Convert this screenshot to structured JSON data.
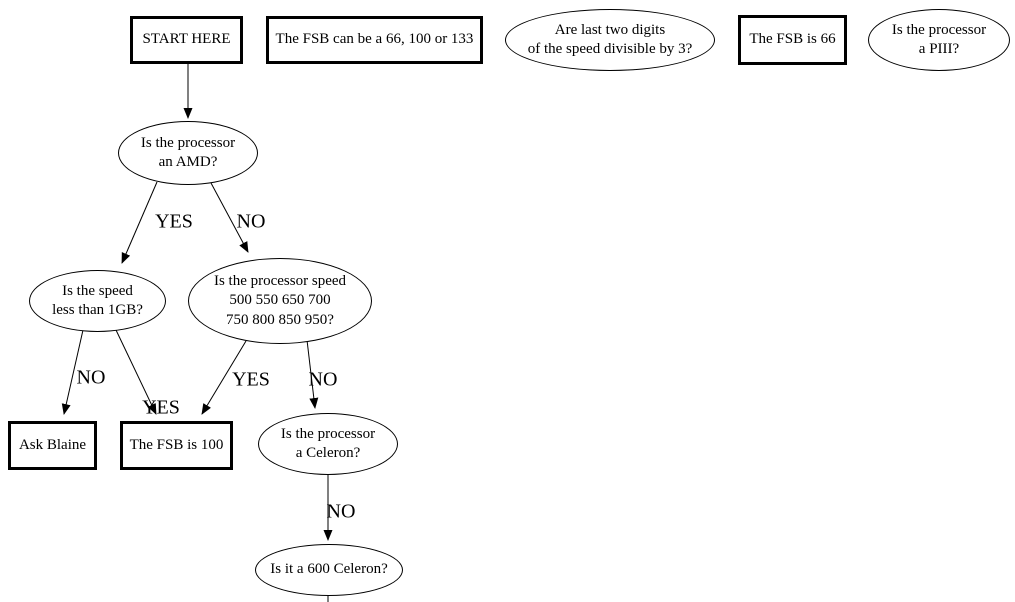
{
  "diagram_title": "FSB decision flowchart",
  "colors": {
    "ink": "#000000",
    "background": "#ffffff"
  },
  "nodes": {
    "start_here": {
      "label": "START HERE",
      "shape": "rect"
    },
    "fsb_options": {
      "label": "The FSB can be a 66, 100 or 133",
      "shape": "rect"
    },
    "divisible_by_3": {
      "label": "Are last two digits\nof the speed divisible by 3?",
      "shape": "ellipse"
    },
    "fsb_66": {
      "label": "The FSB is 66",
      "shape": "rect"
    },
    "piii": {
      "label": "Is the processor\na PIII?",
      "shape": "ellipse"
    },
    "amd": {
      "label": "Is the processor\nan AMD?",
      "shape": "ellipse"
    },
    "speed_1gb": {
      "label": "Is the speed\nless than 1GB?",
      "shape": "ellipse"
    },
    "proc_speed": {
      "label": "Is the processor speed\n500 550 650 700\n750 800 850 950?",
      "shape": "ellipse"
    },
    "ask_blaine": {
      "label": "Ask Blaine",
      "shape": "rect"
    },
    "fsb_100": {
      "label": "The FSB is 100",
      "shape": "rect"
    },
    "celeron": {
      "label": "Is the processor\na Celeron?",
      "shape": "ellipse"
    },
    "celeron_600": {
      "label": "Is it a 600 Celeron?",
      "shape": "ellipse"
    }
  },
  "edge_labels": {
    "amd_yes": "YES",
    "amd_no": "NO",
    "speed_no": "NO",
    "speed_yes": "YES",
    "proc_yes": "YES",
    "proc_no": "NO",
    "celeron_no": "NO"
  }
}
